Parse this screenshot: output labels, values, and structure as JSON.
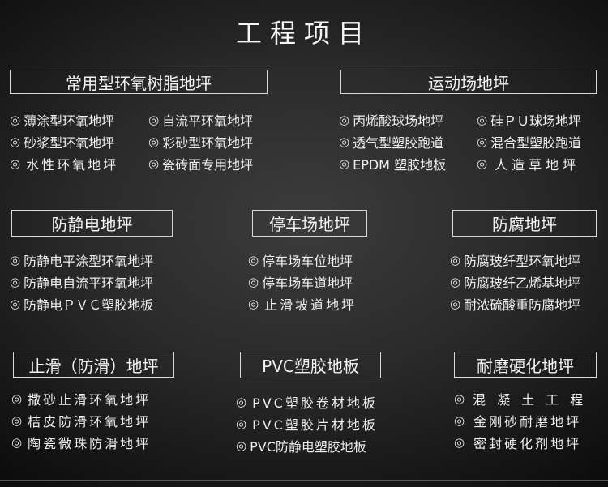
{
  "title": "工程项目",
  "bullet": "◎",
  "sections": [
    {
      "heading": "常用型环氧树脂地坪",
      "items": [
        "薄涂型环氧地坪",
        "砂浆型环氧地坪",
        "水性环氧地坪",
        "自流平环氧地坪",
        "彩砂型环氧地坪",
        "瓷砖面专用地坪"
      ]
    },
    {
      "heading": "运动场地坪",
      "items": [
        "丙烯酸球场地坪",
        "透气型塑胶跑道",
        "EPDM 塑胶地板",
        "硅ＰＵ球场地坪",
        "混合型塑胶跑道",
        "人造草地坪"
      ]
    },
    {
      "heading": "防静电地坪",
      "items": [
        "防静电平涂型环氧地坪",
        "防静电自流平环氧地坪",
        "防静电ＰＶＣ塑胶地板"
      ]
    },
    {
      "heading": "停车场地坪",
      "items": [
        "停车场车位地坪",
        "停车场车道地坪",
        "止滑坡道地坪"
      ]
    },
    {
      "heading": "防腐地坪",
      "items": [
        "防腐玻纤型环氧地坪",
        "防腐玻纤乙烯基地坪",
        "耐浓硫酸重防腐地坪"
      ]
    },
    {
      "heading": "止滑（防滑）地坪",
      "items": [
        "撒砂止滑环氧地坪",
        "桔皮防滑环氧地坪",
        "陶瓷微珠防滑地坪"
      ]
    },
    {
      "heading": "PVC塑胶地板",
      "items": [
        "PVC塑胶卷材地板",
        "PVC塑胶片材地板",
        "PVC防静电塑胶地板"
      ]
    },
    {
      "heading": "耐磨硬化地坪",
      "items": [
        "混凝土工程",
        "金刚砂耐磨地坪",
        "密封硬化剂地坪"
      ]
    }
  ]
}
